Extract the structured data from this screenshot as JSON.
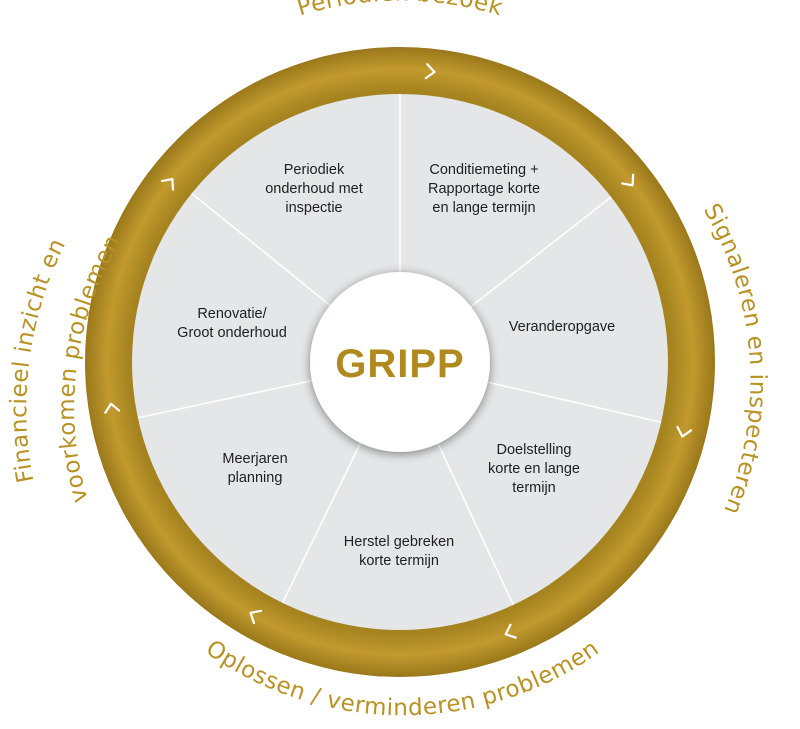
{
  "center": {
    "label": "GRIPP"
  },
  "segments": [
    {
      "id": "periodiek-onderhoud",
      "lines": [
        "Periodiek",
        "onderhoud met",
        "inspectie"
      ]
    },
    {
      "id": "conditiemeting",
      "lines": [
        "Conditiemeting +",
        "Rapportage korte",
        "en lange termijn"
      ]
    },
    {
      "id": "veranderopgave",
      "lines": [
        "Veranderopgave"
      ]
    },
    {
      "id": "doelstelling",
      "lines": [
        "Doelstelling",
        "korte en lange",
        "termijn"
      ]
    },
    {
      "id": "herstel-gebreken",
      "lines": [
        "Herstel gebreken",
        "korte termijn"
      ]
    },
    {
      "id": "meerjaren-planning",
      "lines": [
        "Meerjaren",
        "planning"
      ]
    },
    {
      "id": "renovatie",
      "lines": [
        "Renovatie/",
        "Groot onderhoud"
      ]
    }
  ],
  "phases": {
    "top": "Periodiek bezoek",
    "right": "Signaleren en inspecteren",
    "bottom": "Oplossen / verminderen problemen",
    "left_line1": "Financieel inzicht en",
    "left_line2": "voorkomen problemen"
  },
  "colors": {
    "ring": "#b58f28",
    "ring_dark": "#9c7a1c",
    "segment_fill": "#e5e6e8",
    "accent_text": "#b89224"
  }
}
